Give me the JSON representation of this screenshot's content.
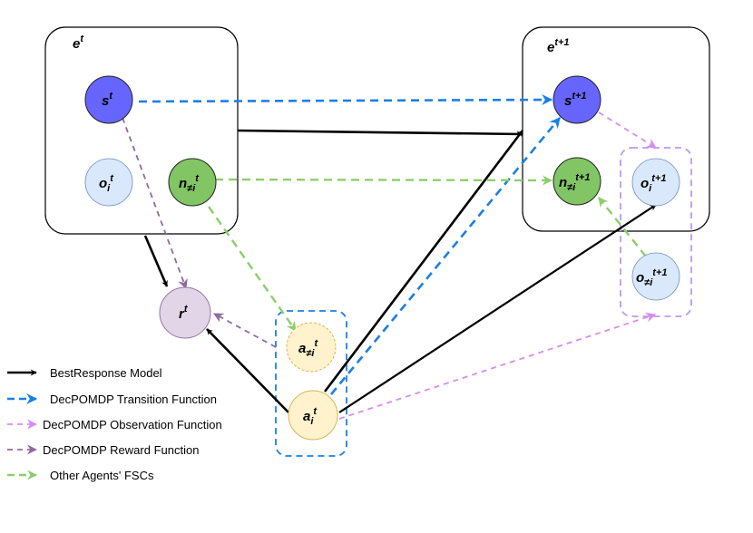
{
  "boxes": {
    "et": {
      "base": "e",
      "sup": "t"
    },
    "et1": {
      "base": "e",
      "sup": "t+1"
    }
  },
  "nodes": {
    "st": {
      "base": "s",
      "sub": "",
      "sup": "t"
    },
    "oit": {
      "base": "o",
      "sub": "i",
      "sup": "t"
    },
    "nnit": {
      "base": "n",
      "sub": "≠i",
      "sup": "t"
    },
    "rt": {
      "base": "r",
      "sub": "",
      "sup": "t"
    },
    "anit": {
      "base": "a",
      "sub": "≠i",
      "sup": "t"
    },
    "ait": {
      "base": "a",
      "sub": "i",
      "sup": "t"
    },
    "st1": {
      "base": "s",
      "sub": "",
      "sup": "t+1"
    },
    "nit1": {
      "base": "n",
      "sub": "≠i",
      "sup": "t+1"
    },
    "oit1": {
      "base": "o",
      "sub": "i",
      "sup": "t+1"
    },
    "onit1": {
      "base": "o",
      "sub": "≠i",
      "sup": "t+1"
    }
  },
  "legend": [
    {
      "label": "BestResponse Model",
      "color": "#000000"
    },
    {
      "label": "DecPOMDP Transition Function",
      "color": "#1a7fe6"
    },
    {
      "label": "DecPOMDP Observation Function",
      "color": "#d68cf0"
    },
    {
      "label": "DecPOMDP Reward Function",
      "color": "#8e6aa0"
    },
    {
      "label": "Other Agents' FSCs",
      "color": "#8ccf6a"
    }
  ],
  "colors": {
    "state": "#6666ff",
    "observation": "#dae8fc",
    "fsc_node": "#82c565",
    "reward": "#e1d5e7",
    "action": "#fff2cc",
    "best_response": "#000000",
    "transition": "#1a7fe6",
    "observation_fn": "#d68cf0",
    "reward_fn": "#8e6aa0",
    "other_fsc": "#8ccf6a"
  }
}
